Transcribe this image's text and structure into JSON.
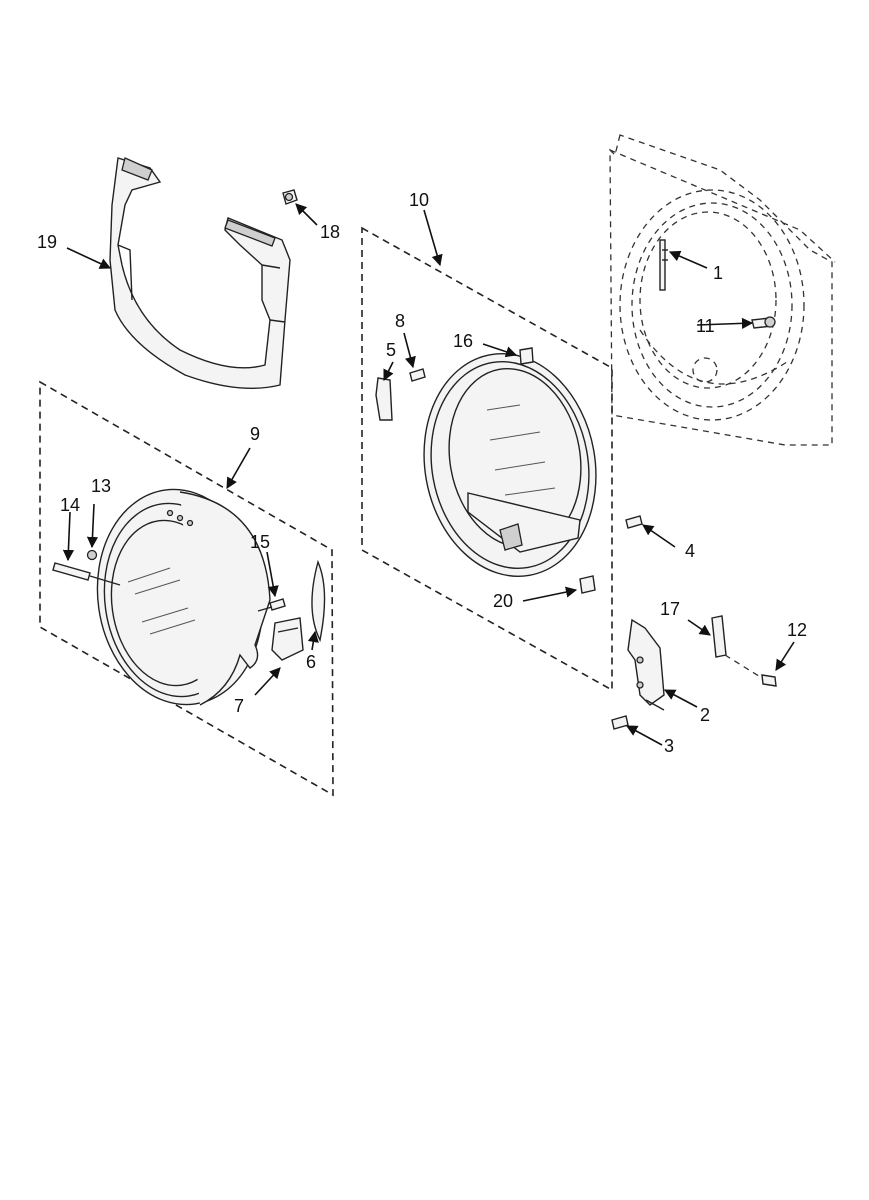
{
  "diagram": {
    "accent_color": "#111111",
    "callouts": [
      {
        "id": "c1",
        "label": "1"
      },
      {
        "id": "c2",
        "label": "2"
      },
      {
        "id": "c3",
        "label": "3"
      },
      {
        "id": "c4",
        "label": "4"
      },
      {
        "id": "c5",
        "label": "5"
      },
      {
        "id": "c6",
        "label": "6"
      },
      {
        "id": "c7",
        "label": "7"
      },
      {
        "id": "c8",
        "label": "8"
      },
      {
        "id": "c9",
        "label": "9"
      },
      {
        "id": "c10",
        "label": "10"
      },
      {
        "id": "c11",
        "label": "11"
      },
      {
        "id": "c12",
        "label": "12"
      },
      {
        "id": "c13",
        "label": "13"
      },
      {
        "id": "c14",
        "label": "14"
      },
      {
        "id": "c15",
        "label": "15"
      },
      {
        "id": "c16",
        "label": "16"
      },
      {
        "id": "c17",
        "label": "17"
      },
      {
        "id": "c18",
        "label": "18"
      },
      {
        "id": "c19",
        "label": "19"
      },
      {
        "id": "c20",
        "label": "20"
      }
    ]
  }
}
